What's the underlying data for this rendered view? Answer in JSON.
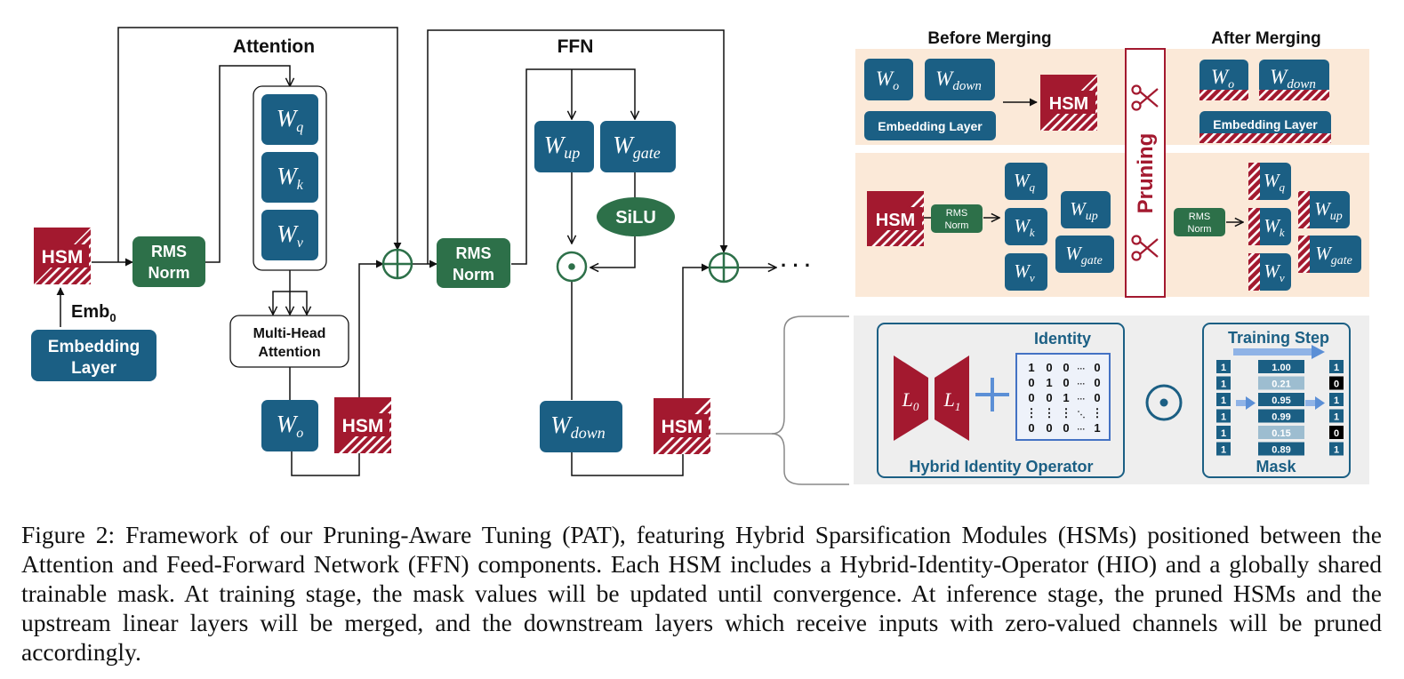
{
  "colors": {
    "blue": "#1b5f84",
    "green": "#2d7049",
    "crimson": "#a3192f",
    "peach": "#fbe9d8",
    "gray_panel": "#eeeeee",
    "identity_box": "#4472c4",
    "plus": "#5b8fd6",
    "line": "#111111"
  },
  "headings": {
    "attention": "Attention",
    "ffn": "FFN",
    "before_merging": "Before Merging",
    "after_merging": "After Merging",
    "pruning": "Pruning"
  },
  "blocks": {
    "hsm": "HSM",
    "rms": "RMS",
    "norm": "Norm",
    "embedding_line1": "Embedding",
    "embedding_line2": "Layer",
    "embedding_layer": "Embedding Layer",
    "emb0": "Emb",
    "emb0_sub": "0",
    "mha_line1": "Multi-Head",
    "mha_line2": "Attention",
    "silu": "SiLU",
    "dots": "· · ·"
  },
  "weights": {
    "W": "W",
    "q": "q",
    "k": "k",
    "v": "v",
    "o": "o",
    "up": "up",
    "gate": "gate",
    "down": "down"
  },
  "hio": {
    "identity_label": "Identity",
    "operator_label": "Hybrid Identity Operator",
    "L": "L",
    "sub0": "0",
    "sub1": "1",
    "matrix_rows": [
      [
        "1",
        "0",
        "0",
        "···",
        "0"
      ],
      [
        "0",
        "1",
        "0",
        "···",
        "0"
      ],
      [
        "0",
        "0",
        "1",
        "···",
        "0"
      ],
      [
        "⋮",
        "⋮",
        "⋮",
        "⋱",
        "⋮"
      ],
      [
        "0",
        "0",
        "0",
        "···",
        "1"
      ]
    ]
  },
  "mask": {
    "training_step_label": "Training Step",
    "mask_label": "Mask",
    "before": [
      "1",
      "1",
      "1",
      "1",
      "1",
      "1"
    ],
    "values": [
      "1.00",
      "0.21",
      "0.95",
      "0.99",
      "0.15",
      "0.89"
    ],
    "after": [
      "1",
      "0",
      "1",
      "1",
      "0",
      "1"
    ]
  },
  "caption": "Figure 2: Framework of our Pruning-Aware Tuning (PAT), featuring Hybrid Sparsification Modules (HSMs) positioned between the Attention and Feed-Forward Network (FFN) components. Each HSM includes a Hybrid-Identity-Operator (HIO) and a globally shared trainable mask. At training stage, the mask values will be updated until convergence. At inference stage, the pruned HSMs and the upstream linear layers will be merged, and the downstream layers which receive inputs with zero-valued channels will be pruned accordingly."
}
